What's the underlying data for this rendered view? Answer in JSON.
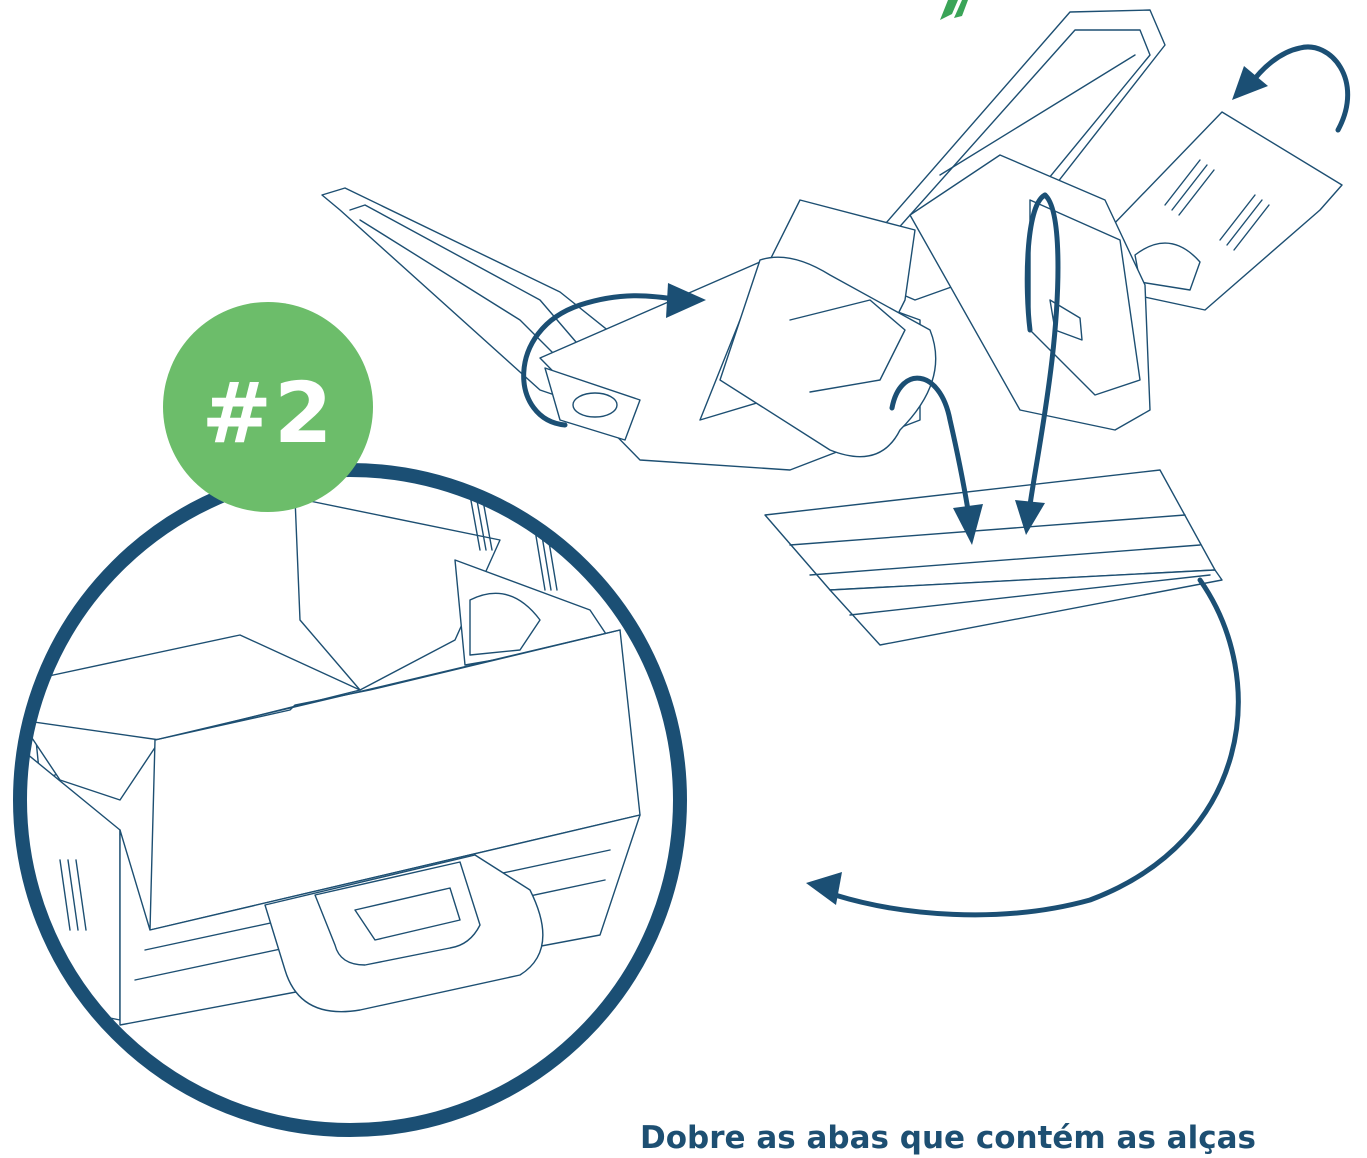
{
  "step": {
    "number": "#2"
  },
  "caption": {
    "text": "Dobre as abas que contém as alças"
  },
  "colors": {
    "outline": "#1d4f72",
    "arrow": "#1b4f74",
    "badge": "#6cbd6a",
    "badge_text": "#ffffff",
    "caption": "#1d4f72",
    "accent_green": "#3aa457"
  },
  "illustration": {
    "top_view": "unfolded-box-blank-with-handle-flaps",
    "detail_view": "assembled-box-with-handle",
    "arrows": [
      "fold-arrow",
      "fold-arrow",
      "fold-arrow",
      "fold-arrow",
      "fold-arrow"
    ]
  }
}
